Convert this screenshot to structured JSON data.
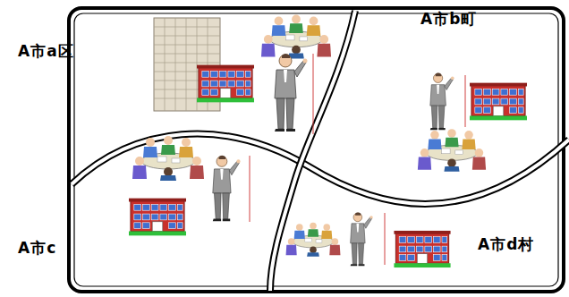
{
  "diagram": {
    "nodes": [
      {
        "text": [
          "A市a区"
        ]
      },
      {
        "text": [
          "A市b町"
        ]
      },
      {
        "text": [
          "A市c"
        ]
      },
      {
        "text": [
          "A市d村"
        ]
      }
    ]
  }
}
